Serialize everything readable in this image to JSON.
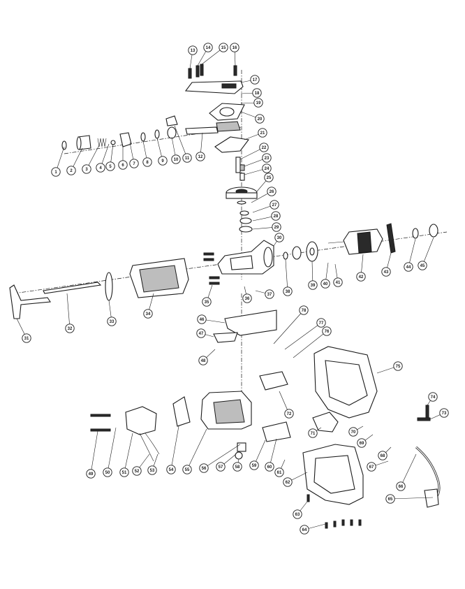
{
  "diagram": {
    "parts": [
      "1",
      "2",
      "3",
      "4",
      "5",
      "6",
      "7",
      "8",
      "9",
      "10",
      "11",
      "12",
      "13",
      "14",
      "15",
      "16",
      "17",
      "18",
      "19",
      "20",
      "21",
      "22",
      "23",
      "24",
      "25",
      "26",
      "27",
      "28",
      "29",
      "30",
      "31",
      "32",
      "33",
      "34",
      "35",
      "36",
      "37",
      "38",
      "39",
      "40",
      "41",
      "42",
      "43",
      "44",
      "45",
      "46",
      "47",
      "48",
      "49",
      "50",
      "51",
      "52",
      "53",
      "54",
      "55",
      "56",
      "57",
      "58",
      "59",
      "60",
      "61",
      "62",
      "63",
      "64",
      "65",
      "66",
      "67",
      "68",
      "69",
      "70",
      "71",
      "72",
      "73",
      "74",
      "75",
      "76",
      "77",
      "78"
    ]
  },
  "colors": {
    "line": "#1a1a1a",
    "background": "#ffffff",
    "fill_dark": "#2a2a2a",
    "fill_grey": "#bdbdbd"
  }
}
